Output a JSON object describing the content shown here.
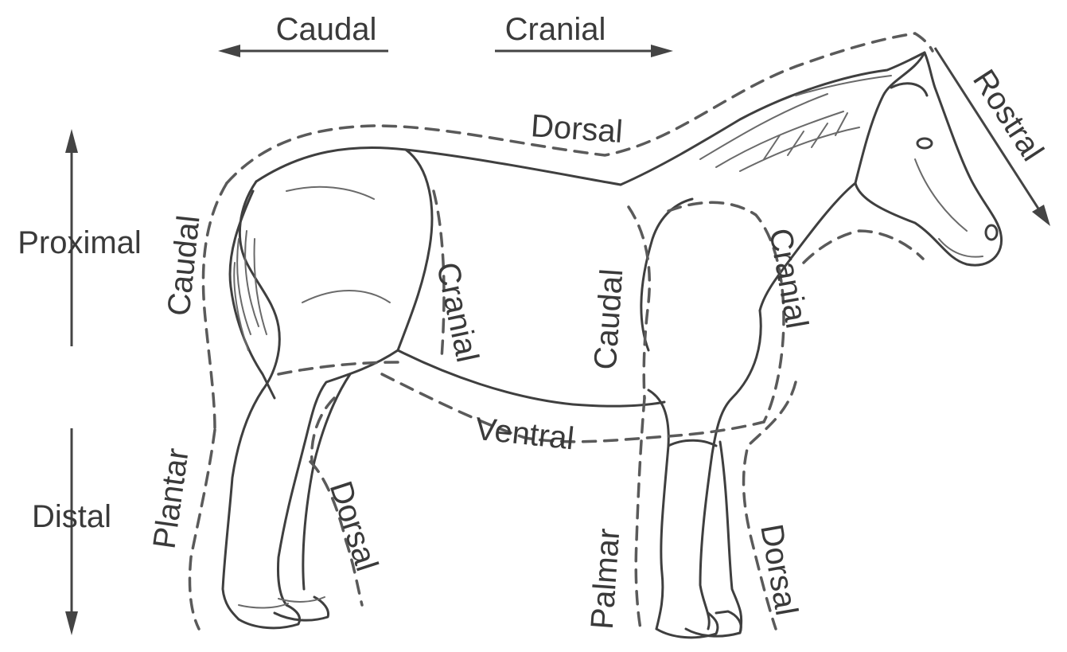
{
  "colors": {
    "ink": "#3a3a3a",
    "background": "#ffffff"
  },
  "directions": {
    "caudal": "Caudal",
    "cranial": "Cranial",
    "rostral": "Rostral",
    "proximal": "Proximal",
    "distal": "Distal"
  },
  "regions": {
    "dorsal_back": "Dorsal",
    "ventral": "Ventral",
    "caudal_rump": "Caudal",
    "cranial_thigh": "Cranial",
    "caudal_forelimb": "Caudal",
    "cranial_chest": "Cranial",
    "plantar": "Plantar",
    "dorsal_hindlimb": "Dorsal",
    "palmar": "Palmar",
    "dorsal_forelimb": "Dorsal"
  }
}
